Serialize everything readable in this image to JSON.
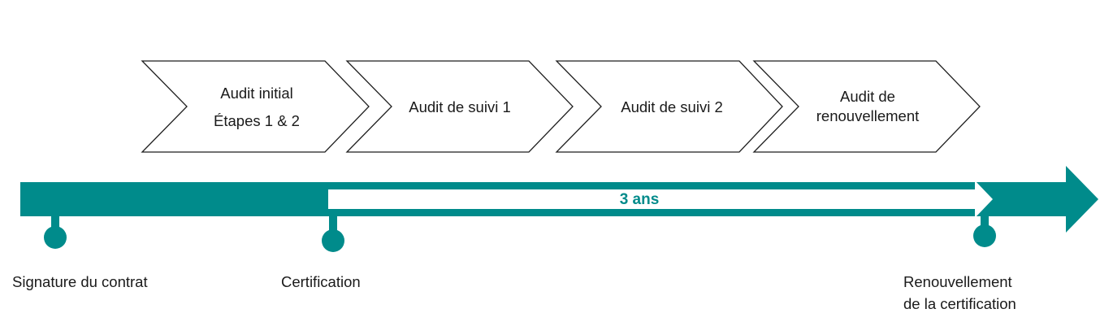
{
  "colors": {
    "accent": "#008b8b",
    "chevron_border": "#1f1f1f",
    "text": "#1a1a1a"
  },
  "phases": [
    {
      "lines": [
        "Audit initial",
        "Étapes 1 & 2"
      ]
    },
    {
      "lines": [
        "Audit de suivi 1"
      ]
    },
    {
      "lines": [
        "Audit de suivi 2"
      ]
    },
    {
      "lines": [
        "Audit de",
        "renouvellement"
      ]
    }
  ],
  "timeline": {
    "duration_label": "3 ans"
  },
  "milestones": [
    {
      "lines": [
        "Signature du contrat"
      ]
    },
    {
      "lines": [
        "Certification"
      ]
    },
    {
      "lines": [
        "Renouvellement",
        "de la certification"
      ]
    }
  ]
}
